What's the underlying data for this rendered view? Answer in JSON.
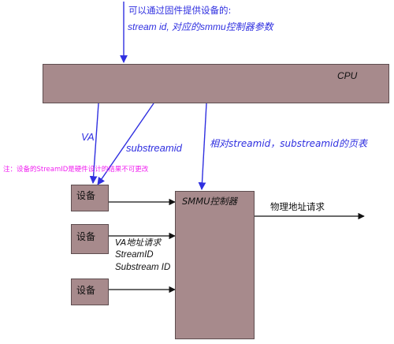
{
  "top_note": {
    "line1": "可以通过固件提供设备的:",
    "line2": "stream id, 对应的smmu控制器参数"
  },
  "cpu": {
    "label": "CPU"
  },
  "va_label": "VA",
  "substreamid_label": "substreamid",
  "pagetable_label": "相对streamid，substreamid的页表",
  "streamid_note": "注：设备的StreamID是硬件设计的结果不可更改",
  "devices": [
    {
      "label": "设备"
    },
    {
      "label": "设备"
    },
    {
      "label": "设备"
    }
  ],
  "smmu": {
    "label": "SMMU控制器"
  },
  "phys_label": "物理地址请求",
  "request_info": {
    "line1": "VA地址请求",
    "line2": "StreamID",
    "line3": "Substream ID"
  },
  "colors": {
    "box_fill": "#a78a8c",
    "blue": "#2f2fe0",
    "magenta": "#f020f0",
    "black": "#111111"
  }
}
